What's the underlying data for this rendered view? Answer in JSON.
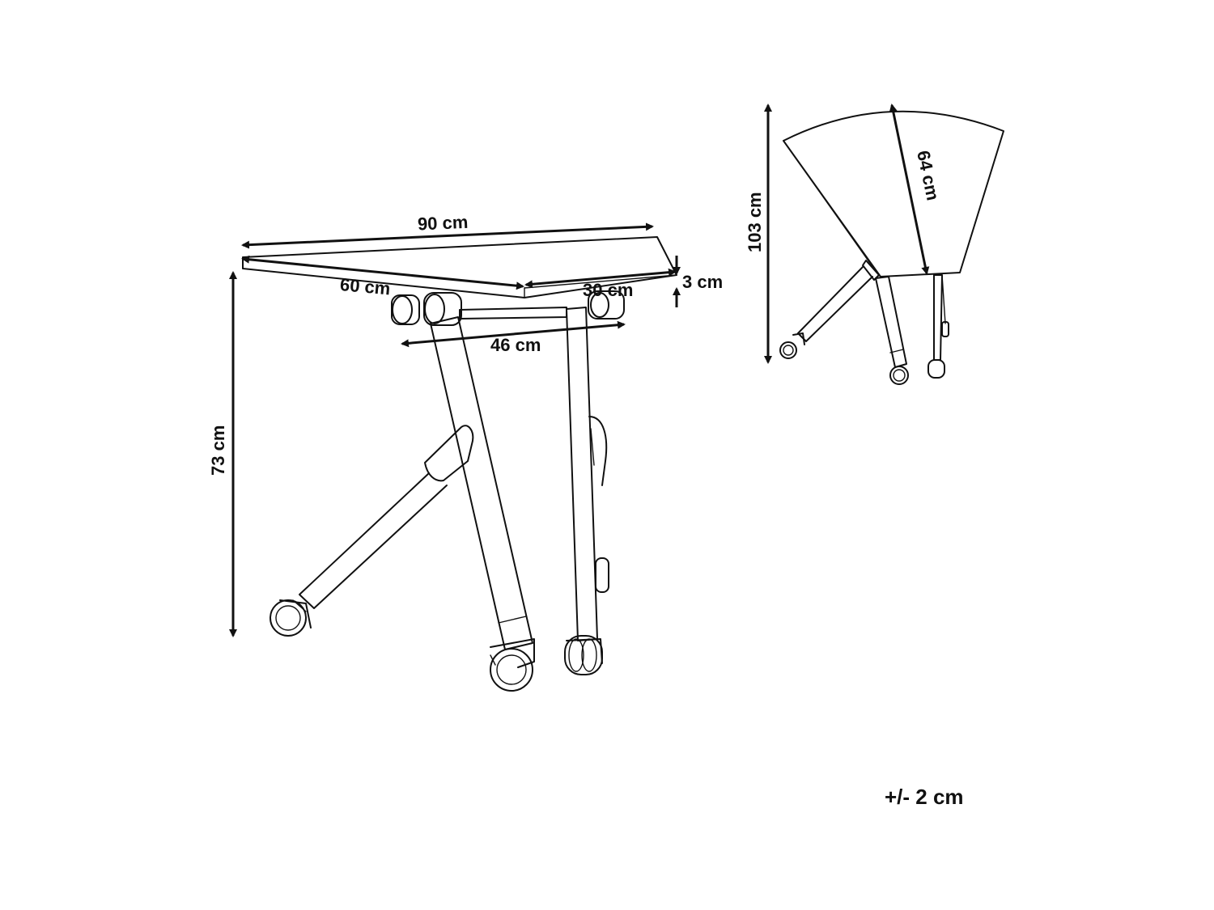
{
  "diagram": {
    "front_view": {
      "width_label": "90 cm",
      "depth_label": "60 cm",
      "depth_narrow_label": "30 cm",
      "thickness_label": "3 cm",
      "leg_span_label": "46 cm",
      "height_label": "73 cm"
    },
    "folded_view": {
      "height_label": "103 cm",
      "top_depth_label": "64 cm"
    },
    "tolerance_label": "+/- 2 cm"
  },
  "colors": {
    "line": "#111111",
    "background": "#ffffff"
  }
}
